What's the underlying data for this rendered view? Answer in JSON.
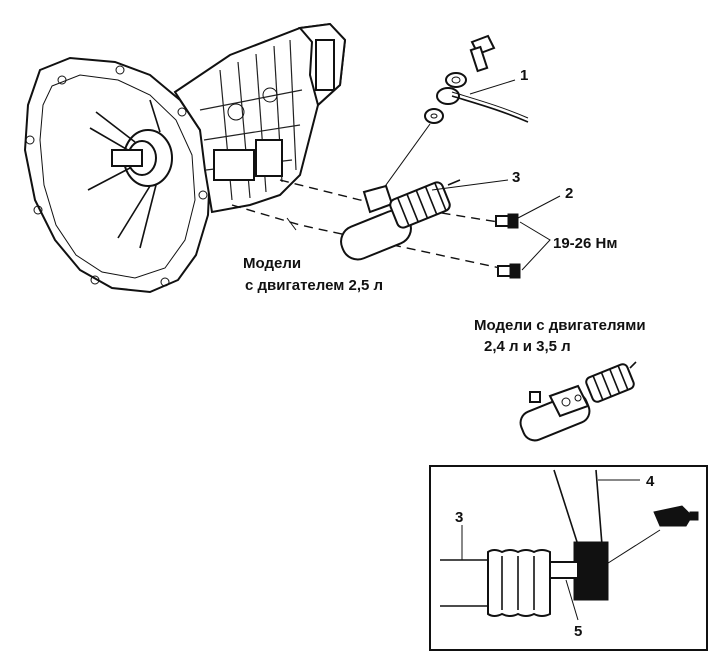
{
  "callouts": {
    "hose": "1",
    "bolt": "2",
    "cylinder": "3",
    "inset_cylinder": "3",
    "fork": "4",
    "pushrod": "5"
  },
  "torque_note": "19-26 Нм",
  "captions": {
    "model_25_line1": "Модели",
    "model_25_line2": "с двигателем 2,5 л",
    "model_2435_line1": "Модели с двигателями",
    "model_2435_line2": "2,4 л и 3,5 л"
  }
}
